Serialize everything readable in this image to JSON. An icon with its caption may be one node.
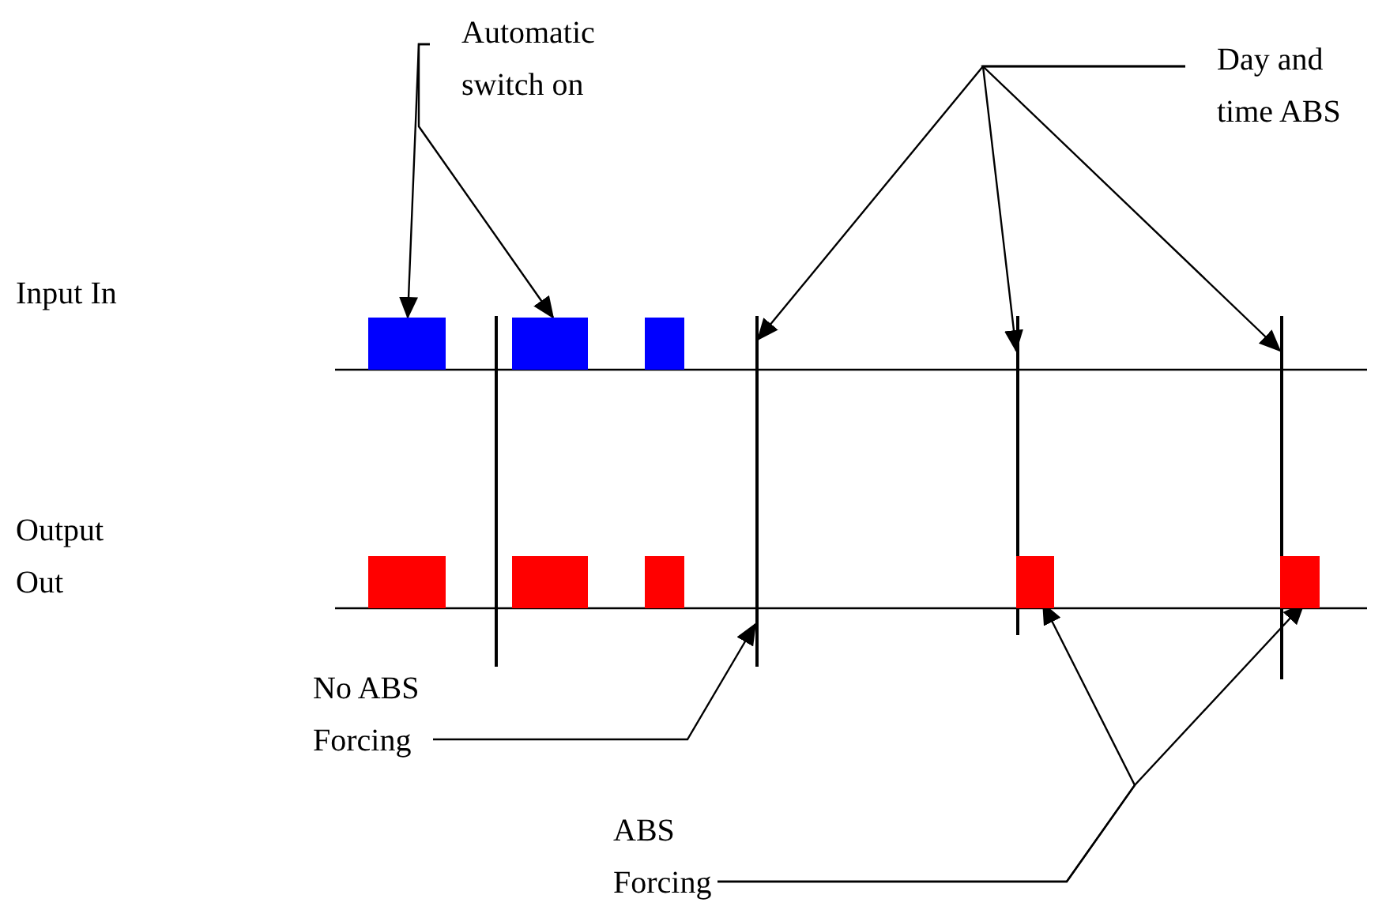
{
  "diagram": {
    "nodes": [
      {
        "text": [
          "Automatic switch on"
        ]
      },
      {
        "text": [
          "Day and time ABS"
        ]
      },
      {
        "text": [],
        "shape": "bar"
      },
      {
        "text": [],
        "shape": "bar"
      },
      {
        "text": [],
        "shape": "bar"
      },
      {
        "text": [],
        "shape": "line"
      },
      {
        "text": [],
        "shape": "line"
      },
      {
        "text": [],
        "shape": "line"
      },
      {
        "text": [],
        "shape": "line"
      },
      {
        "text": [],
        "shape": "bar"
      },
      {
        "text": [],
        "shape": "bar"
      },
      {
        "text": [],
        "shape": "bar"
      },
      {
        "text": [],
        "shape": "bar"
      },
      {
        "text": [],
        "shape": "bar"
      },
      {
        "text": [
          "No ABS Forcing"
        ]
      },
      {
        "text": [
          "ABS Forcing"
        ]
      }
    ],
    "edges": [
      {
        "from": 0,
        "to": 2,
        "arrow": "to"
      },
      {
        "from": 0,
        "to": 3,
        "arrow": "to"
      },
      {
        "from": 1,
        "to": 6,
        "arrow": "to"
      },
      {
        "from": 1,
        "to": 7,
        "arrow": "to"
      },
      {
        "from": 1,
        "to": 8,
        "arrow": "to"
      },
      {
        "from": 14,
        "to": 6,
        "arrow": "to"
      },
      {
        "from": 15,
        "to": 12,
        "arrow": "to"
      },
      {
        "from": 15,
        "to": 13,
        "arrow": "to"
      }
    ],
    "labels": [
      "Input In",
      "Output Out"
    ]
  }
}
